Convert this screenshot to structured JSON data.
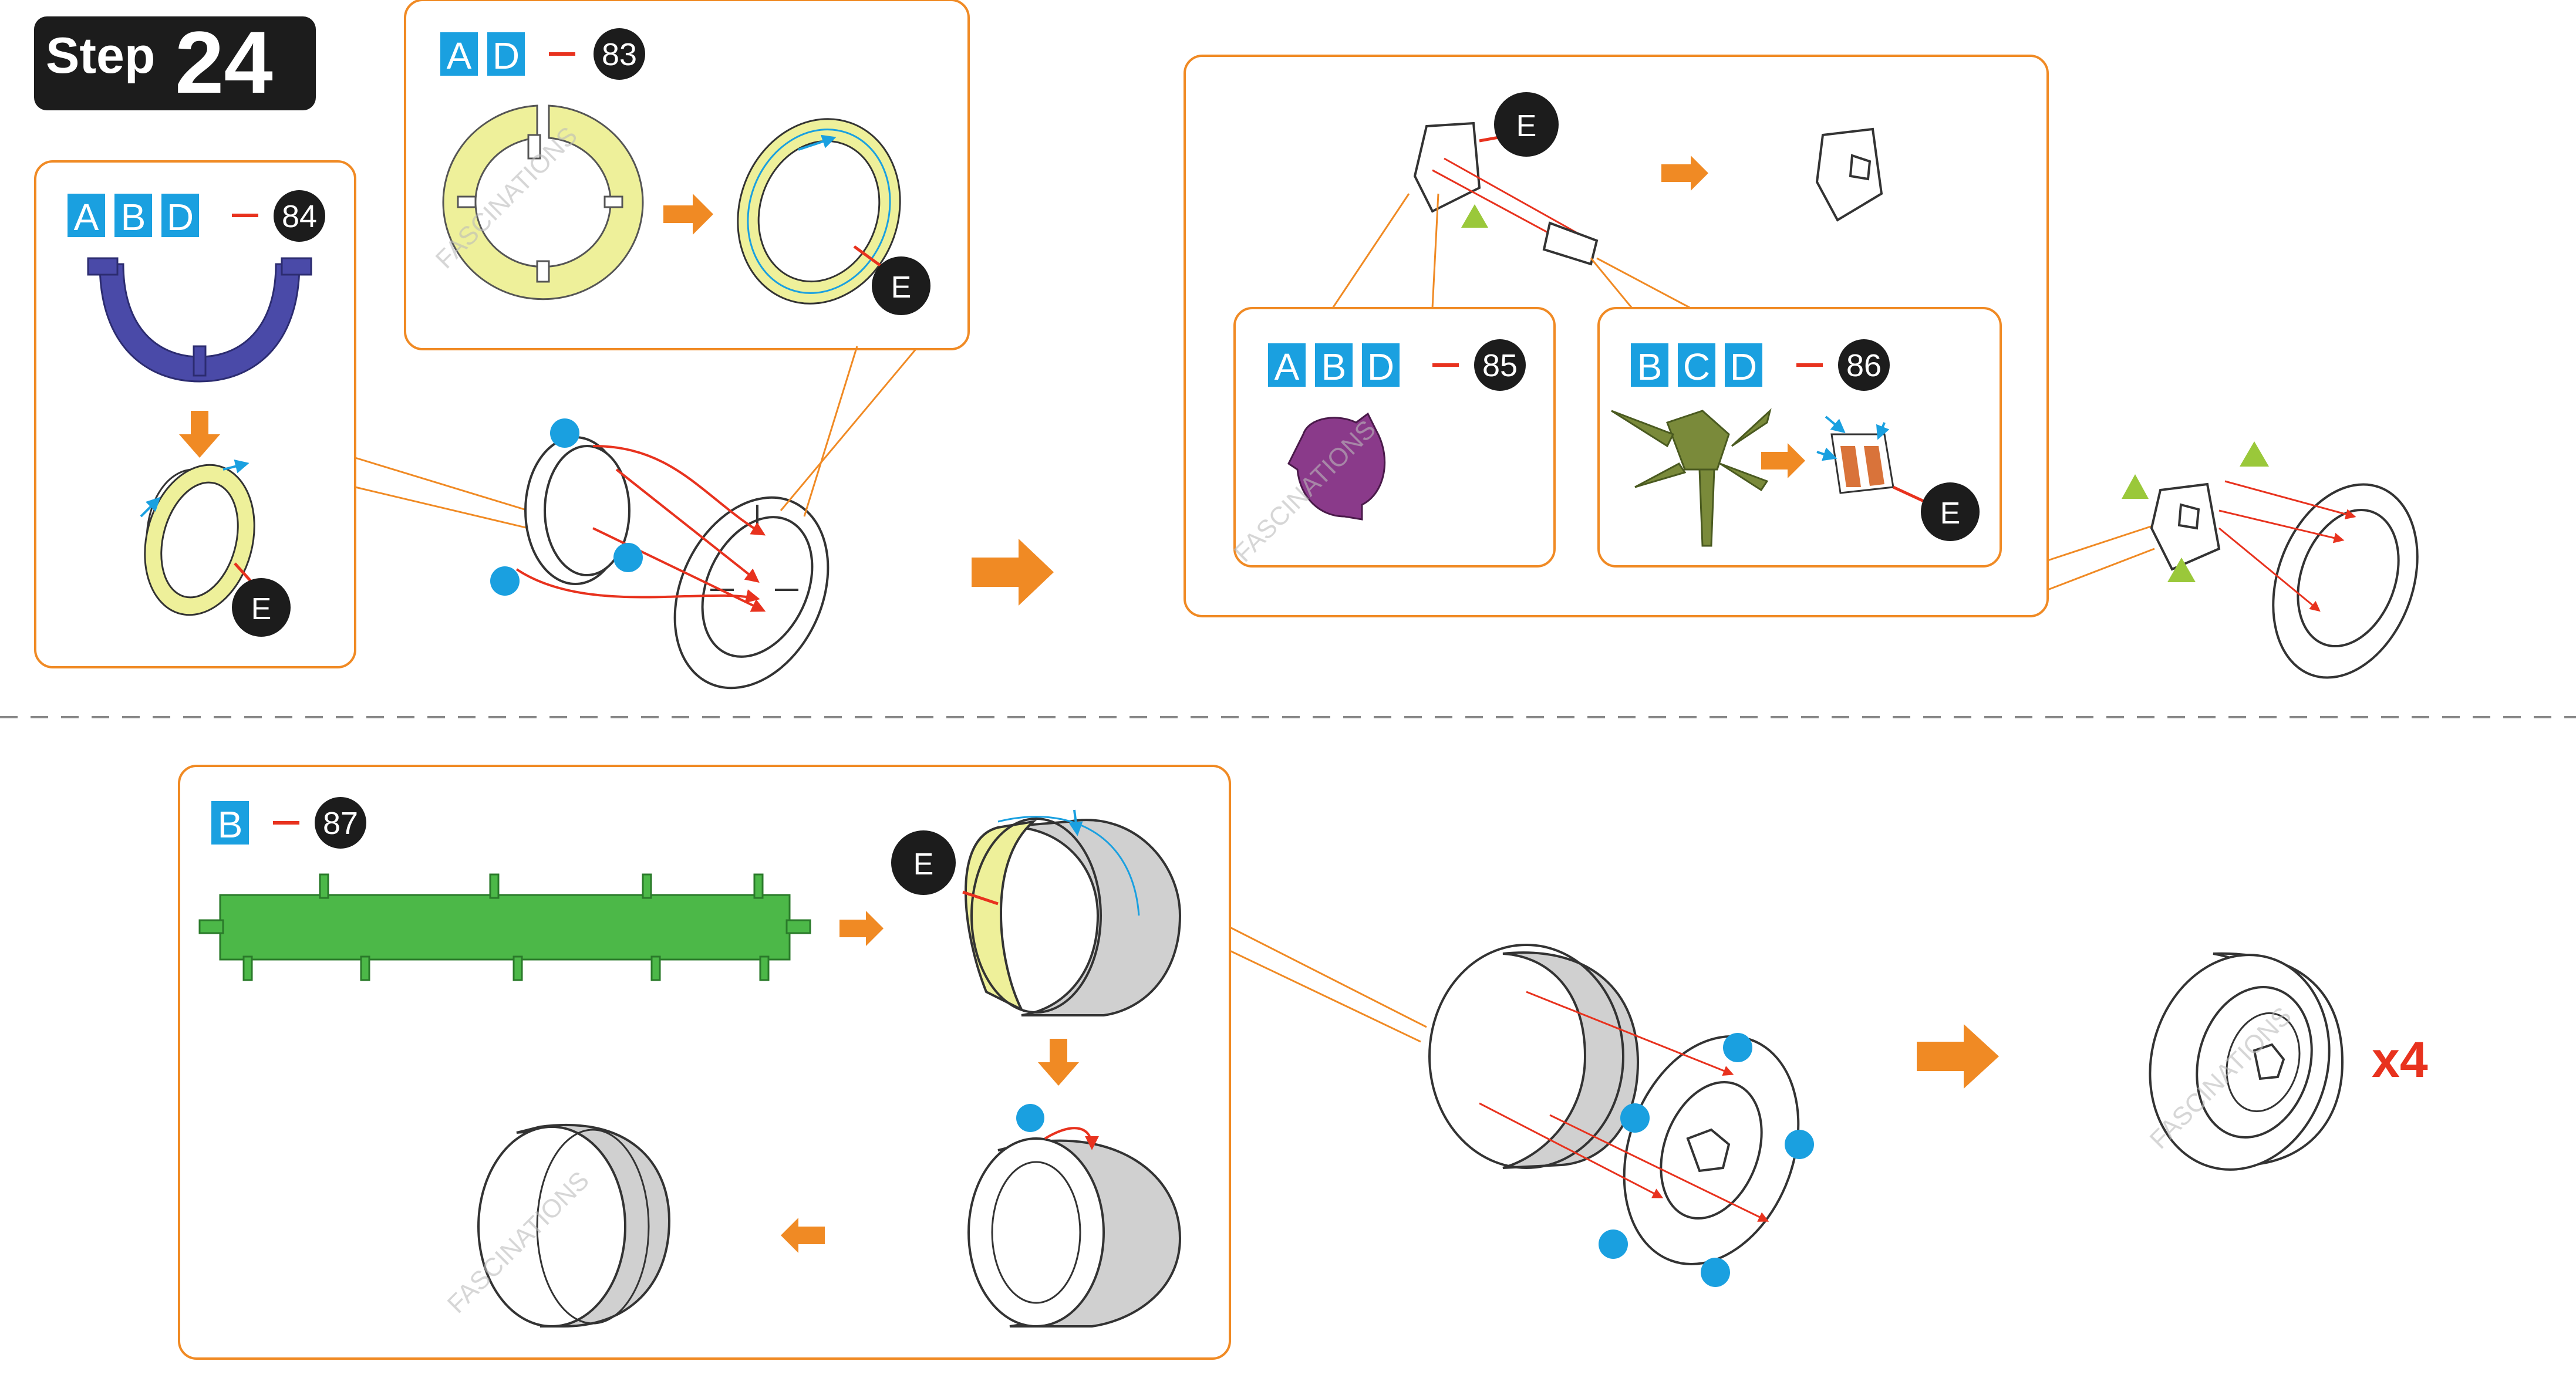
{
  "step": {
    "word": "Step",
    "number": "24"
  },
  "multiplier": "x4",
  "watermark": "FASCINATIONS",
  "colors": {
    "accent_orange": "#f08a24",
    "sheet_blue": "#1aa0e0",
    "leader_red": "#e8321e",
    "yellow_part": "#eef09a",
    "navy_part": "#4a4aa8",
    "purple_part": "#8a3a8a",
    "olive_part": "#7a8a3a",
    "green_part": "#4cb848",
    "gray_part": "#d0d0d0",
    "dot_blue": "#1aa0e0",
    "triangle_green": "#9ac83a",
    "badge_black": "#1c1c1c",
    "divider_gray": "#888888"
  },
  "callouts": {
    "p84": {
      "sheets": [
        "A",
        "B",
        "D"
      ],
      "part": "84",
      "tag": "E"
    },
    "p83": {
      "sheets": [
        "A",
        "D"
      ],
      "part": "83",
      "tag": "E"
    },
    "p85": {
      "sheets": [
        "A",
        "B",
        "D"
      ],
      "part": "85"
    },
    "p86": {
      "sheets": [
        "B",
        "C",
        "D"
      ],
      "part": "86",
      "tag": "E"
    },
    "p87": {
      "sheets": [
        "B"
      ],
      "part": "87",
      "tag": "E"
    },
    "hub": {
      "tag": "E"
    }
  },
  "icons": {
    "arrow": "orange-arrow-icon",
    "dot": "blue-dot-icon",
    "triangle": "green-triangle-icon"
  }
}
